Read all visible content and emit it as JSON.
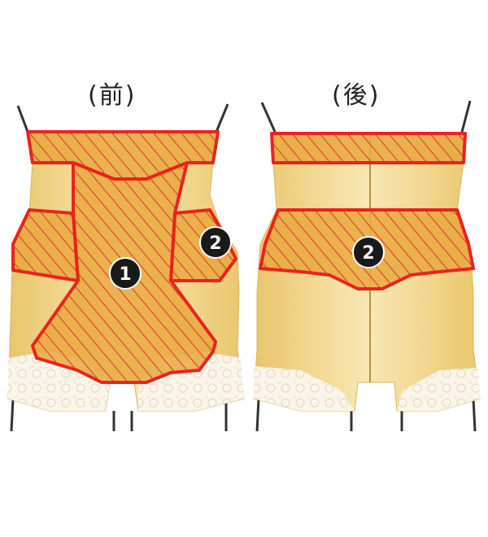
{
  "labels": {
    "front": "(前)",
    "back": "(後)"
  },
  "markers": {
    "front_main": "1",
    "front_side": "2",
    "back_waist": "2"
  },
  "colors": {
    "garment": "#f3dc9a",
    "hatch_fill": "#e8a83a",
    "hatch_line": "#d8402c",
    "outline": "#e8241c",
    "strap": "#333333",
    "lace": "#f8f2e2",
    "badge": "#1a1a1a"
  }
}
